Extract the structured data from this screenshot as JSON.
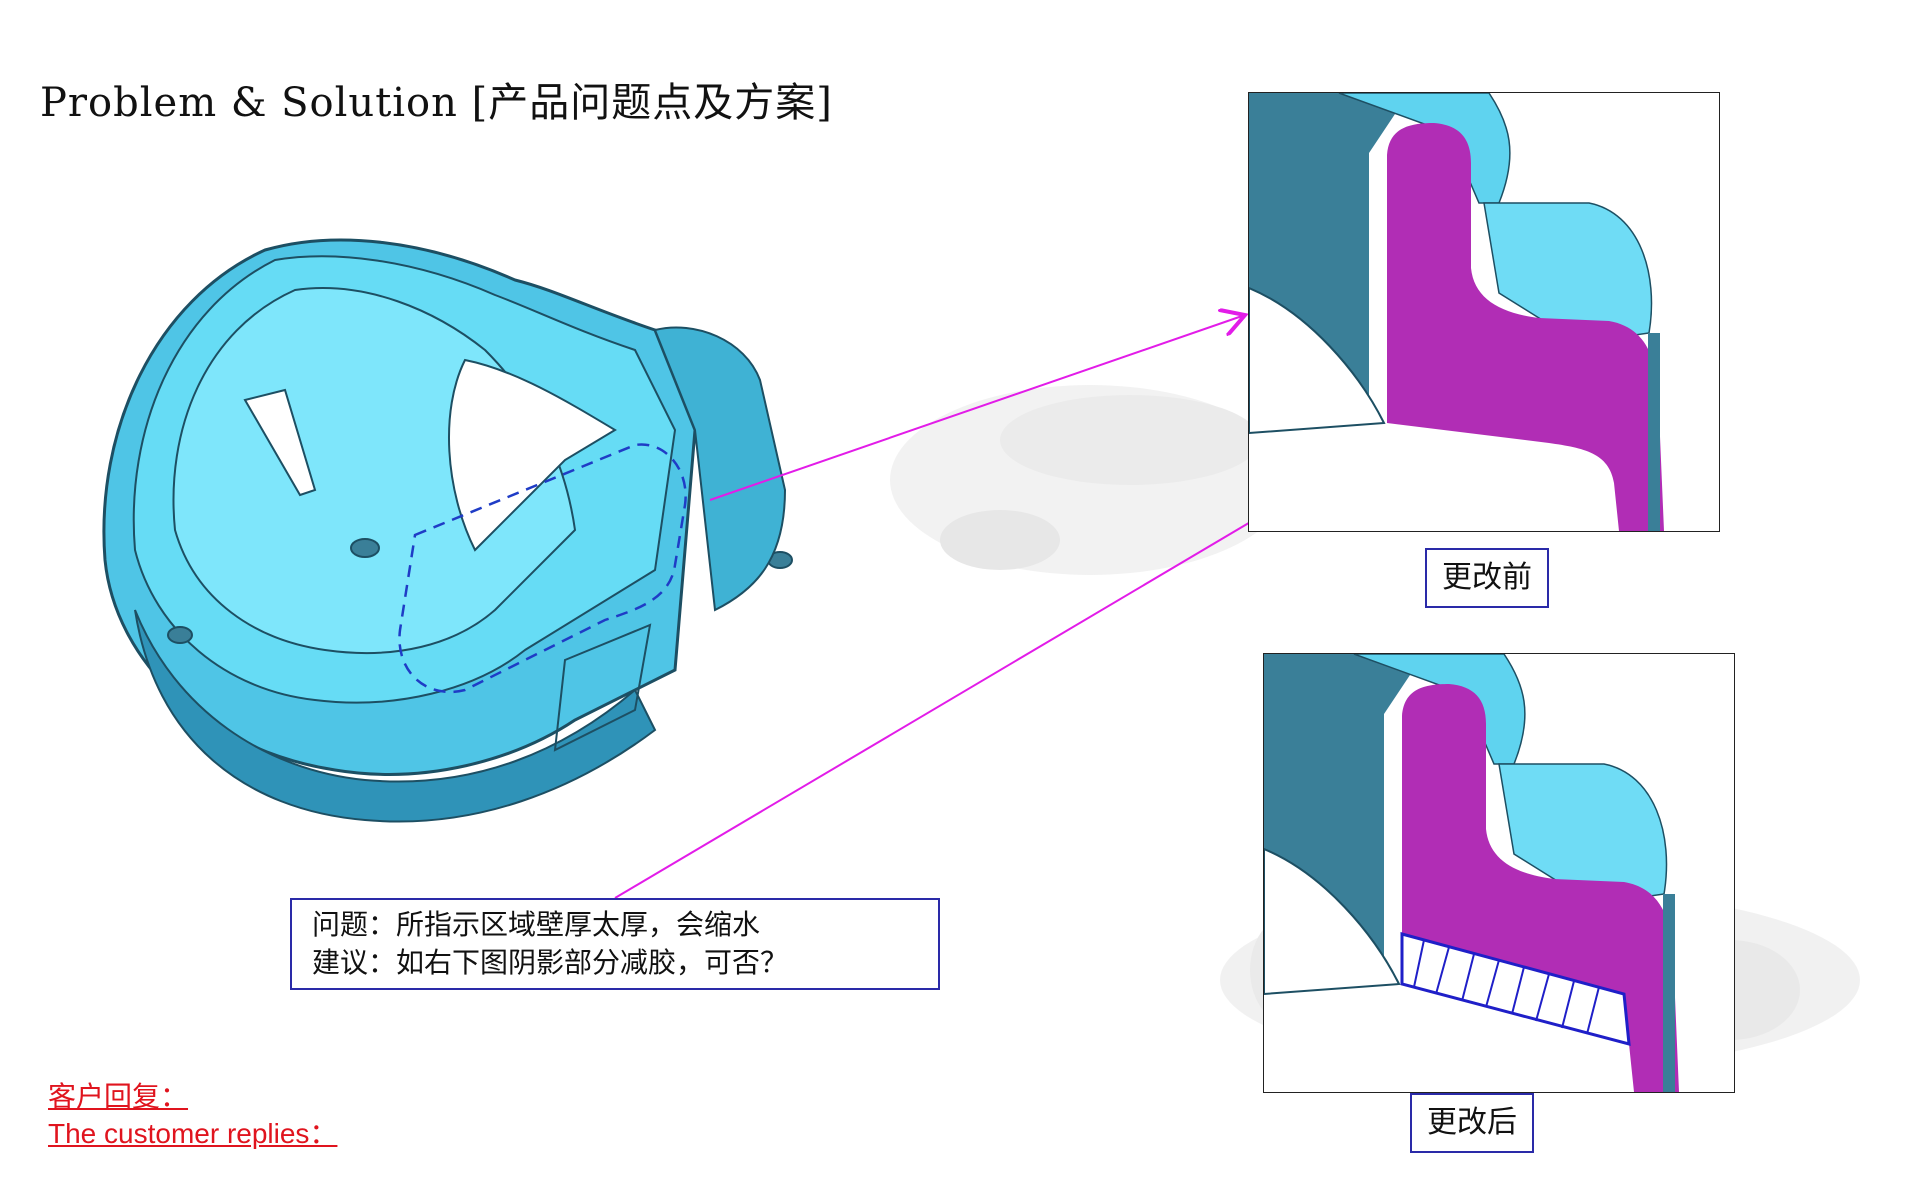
{
  "title": "Problem & Solution [产品问题点及方案]",
  "note": {
    "line1": "问题：所指示区域壁厚太厚，会缩水",
    "line2": "建议：如右下图阴影部分减胶，可否？"
  },
  "labels": {
    "before": "更改前",
    "after": "更改后"
  },
  "reply": {
    "cn": "客户回复：",
    "en": "The customer replies："
  },
  "colors": {
    "part_cyan": "#5fd3ef",
    "part_dark": "#3a7f98",
    "section_magenta": "#b12db5",
    "arrow_magenta": "#e21ce8",
    "frame_blue": "#2a2aa8",
    "reply_red": "#e0141e"
  },
  "icons": [
    "watermark-car-image",
    "part-3d-model",
    "section-view-before",
    "section-view-after"
  ]
}
